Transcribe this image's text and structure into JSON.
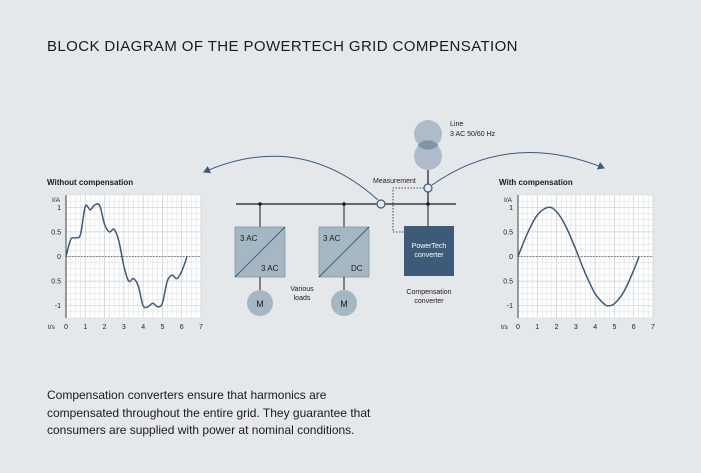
{
  "title": "BLOCK DIAGRAM OF THE POWERTECH GRID COMPENSATION",
  "caption": [
    "Compensation converters ensure that harmonics are",
    "compensated throughout the entire grid. They guarantee that",
    "consumers are supplied with power at nominal conditions."
  ],
  "diagram": {
    "line_label": "Line",
    "line_spec": "3 AC 50/60 Hz",
    "measurement_label": "Measurement",
    "converter1_top": "3 AC",
    "converter1_bottom": "3 AC",
    "converter2_top": "3 AC",
    "converter2_bottom": "DC",
    "motor_label": "M",
    "loads_label_1": "Various",
    "loads_label_2": "loads",
    "powertech_label_1": "PowerTech",
    "powertech_label_2": "converter",
    "compensation_label_1": "Compensation",
    "compensation_label_2": "converter"
  },
  "colors": {
    "background": "#e5e8eb",
    "line_color": "#3d5a78",
    "converter_fill": "#a6b7c4",
    "powertech_fill": "#3d5a78",
    "grid": "#c7cdd3"
  },
  "chart_data": [
    {
      "type": "line",
      "title": "Without compensation",
      "ylabel": "I/A",
      "xlabel": "t/s",
      "ylim": [
        -1.25,
        1.25
      ],
      "xlim": [
        0,
        7
      ],
      "x_ticks": [
        "0",
        "1",
        "2",
        "3",
        "4",
        "5",
        "6",
        "7"
      ],
      "y_ticks": [
        "1",
        "0.5",
        "0",
        "0.5",
        "-1"
      ],
      "y_tick_values": [
        1,
        0.5,
        0,
        -0.5,
        -1
      ],
      "series": [
        {
          "x": [
            0,
            0.25,
            0.5,
            0.75,
            1,
            1.25,
            1.5,
            1.75,
            2,
            2.25,
            2.5,
            2.75,
            3,
            3.25,
            3.5,
            3.75,
            4,
            4.25,
            4.5,
            4.75,
            5,
            5.25,
            5.5,
            5.75,
            6,
            6.28
          ],
          "y": [
            0,
            0.35,
            0.38,
            0.45,
            1.02,
            0.95,
            1.05,
            1.03,
            0.65,
            0.5,
            0.55,
            0.3,
            -0.2,
            -0.5,
            -0.45,
            -0.6,
            -1.0,
            -1.02,
            -0.95,
            -1.02,
            -0.95,
            -0.5,
            -0.38,
            -0.45,
            -0.3,
            0
          ]
        }
      ]
    },
    {
      "type": "line",
      "title": "With compensation",
      "ylabel": "I/A",
      "xlabel": "t/s",
      "ylim": [
        -1.25,
        1.25
      ],
      "xlim": [
        0,
        7
      ],
      "x_ticks": [
        "0",
        "1",
        "2",
        "3",
        "4",
        "5",
        "6",
        "7"
      ],
      "y_ticks": [
        "1",
        "0.5",
        "0",
        "0.5",
        "-1"
      ],
      "y_tick_values": [
        1,
        0.5,
        0,
        -0.5,
        -1
      ],
      "series": [
        {
          "x": [
            0,
            0.5,
            1,
            1.57,
            2,
            2.5,
            3,
            3.14,
            3.5,
            4,
            4.5,
            4.71,
            5,
            5.5,
            6,
            6.28
          ],
          "y": [
            0,
            0.479,
            0.841,
            1.0,
            0.909,
            0.598,
            0.141,
            0,
            -0.351,
            -0.757,
            -0.977,
            -1.0,
            -0.959,
            -0.706,
            -0.279,
            0
          ]
        }
      ]
    }
  ]
}
